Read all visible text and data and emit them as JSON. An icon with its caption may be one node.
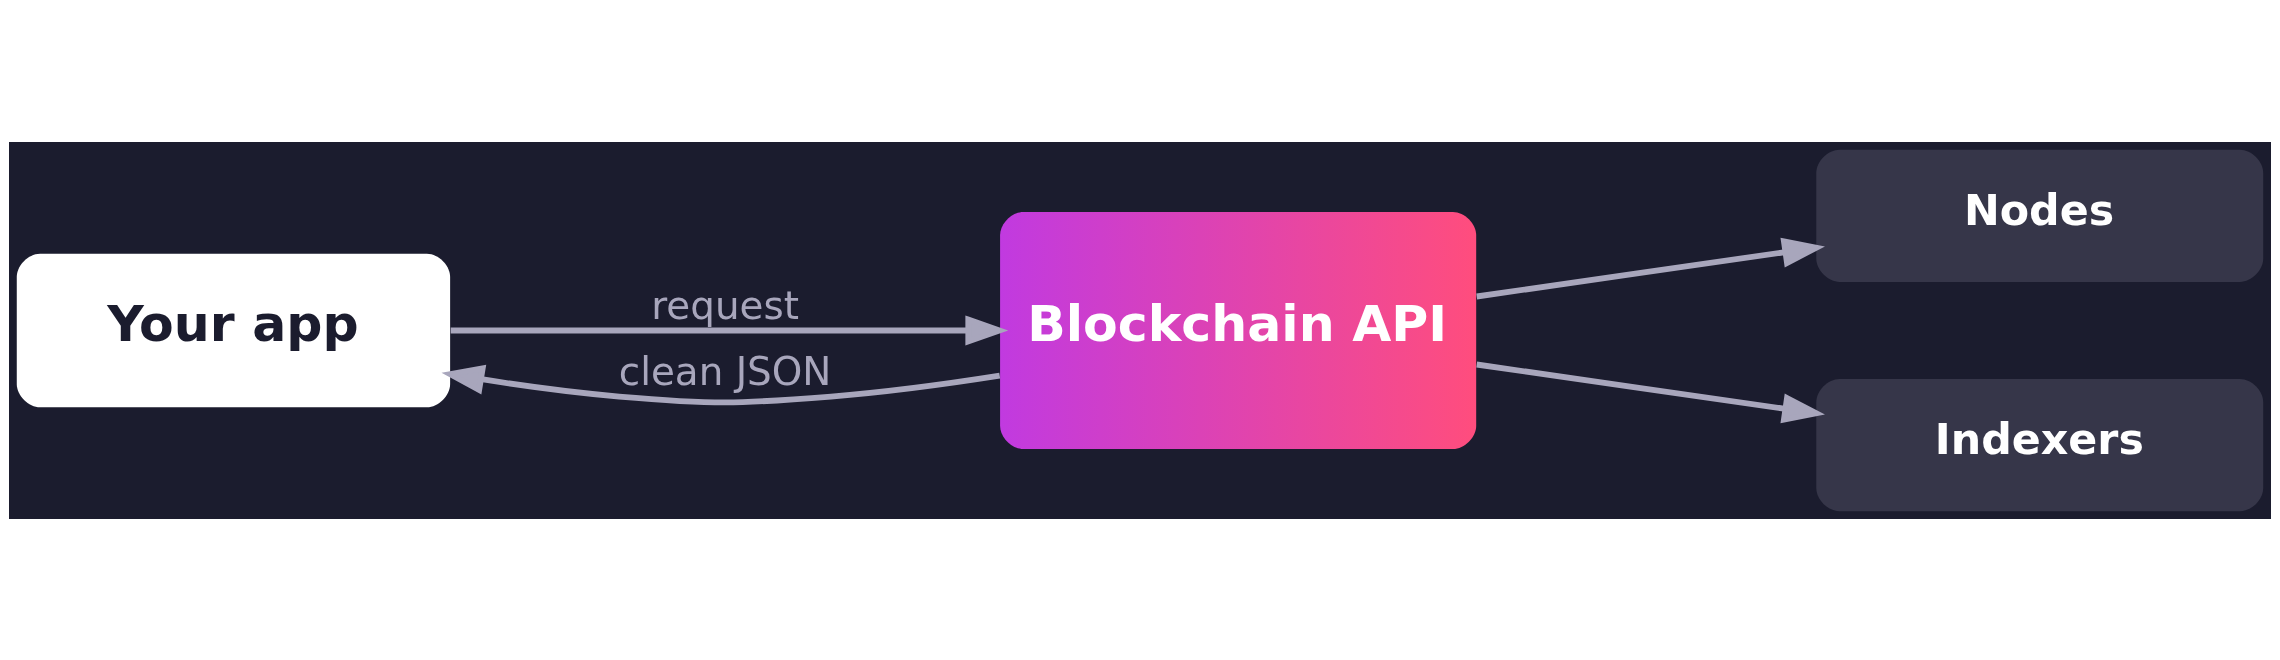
{
  "diagram": {
    "nodes": [
      {
        "text": [
          "Your app"
        ]
      },
      {
        "text": [
          "Blockchain API"
        ]
      },
      {
        "text": [
          "Nodes"
        ]
      },
      {
        "text": [
          "Indexers"
        ]
      }
    ],
    "edges": [
      {
        "from": 0,
        "to": 1,
        "arrow": "to",
        "label": "request"
      },
      {
        "from": 1,
        "to": 0,
        "arrow": "to",
        "label": "clean JSON"
      },
      {
        "from": 1,
        "to": 2,
        "arrow": "to"
      },
      {
        "from": 1,
        "to": 3,
        "arrow": "to"
      }
    ]
  }
}
